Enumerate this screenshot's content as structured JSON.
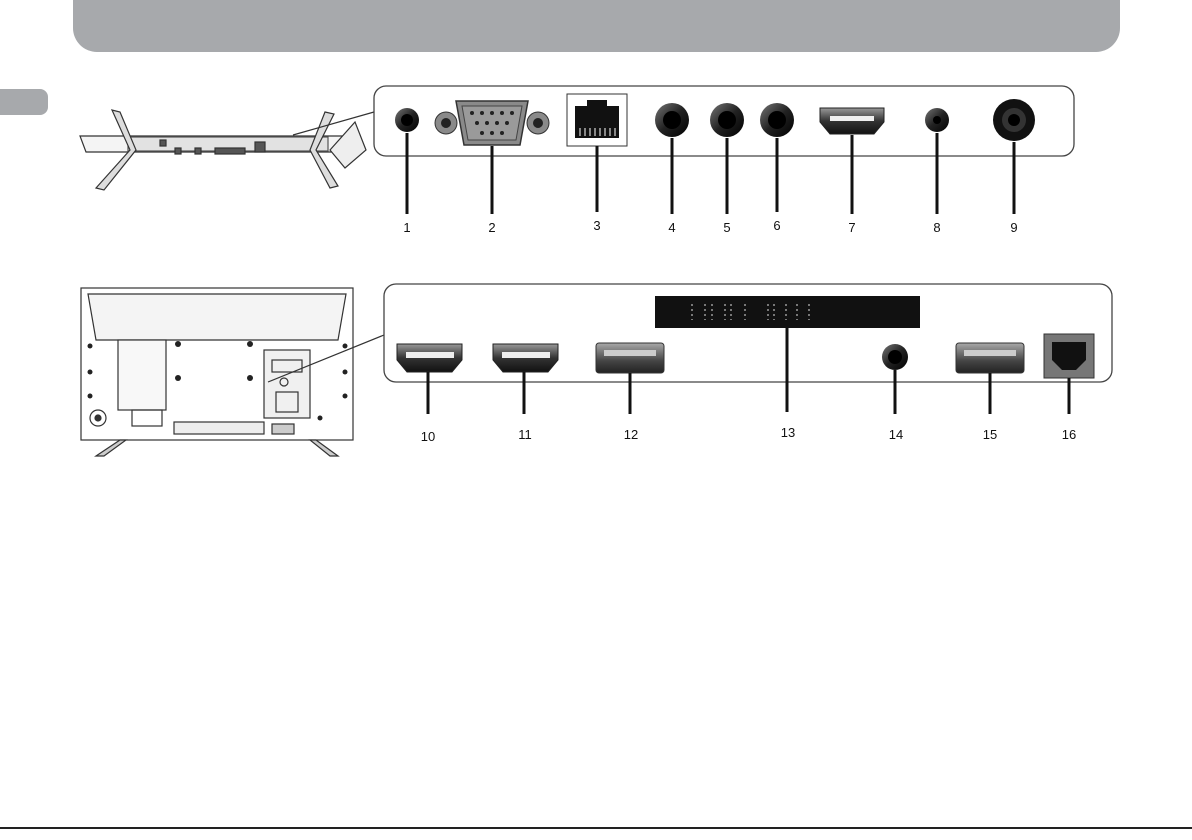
{
  "colors": {
    "header": "#a7a9ac",
    "panel_stroke": "#444444",
    "port_dark": "#1a1a1a",
    "port_grey": "#8a8a8a"
  },
  "top_panel": {
    "connectors": [
      {
        "number": "1",
        "icon": "headphone-jack-icon"
      },
      {
        "number": "2",
        "icon": "vga-port-icon"
      },
      {
        "number": "3",
        "icon": "ethernet-port-icon"
      },
      {
        "number": "4",
        "icon": "rca-jack-icon"
      },
      {
        "number": "5",
        "icon": "rca-jack-icon"
      },
      {
        "number": "6",
        "icon": "rca-jack-icon"
      },
      {
        "number": "7",
        "icon": "hdmi-port-icon"
      },
      {
        "number": "8",
        "icon": "mini-jack-icon"
      },
      {
        "number": "9",
        "icon": "antenna-port-icon"
      }
    ]
  },
  "bottom_panel": {
    "connectors": [
      {
        "number": "10",
        "icon": "hdmi-port-icon"
      },
      {
        "number": "11",
        "icon": "hdmi-port-icon"
      },
      {
        "number": "12",
        "icon": "usb-port-icon"
      },
      {
        "number": "13",
        "icon": "ci-card-slot-icon"
      },
      {
        "number": "14",
        "icon": "mini-jack-icon"
      },
      {
        "number": "15",
        "icon": "usb-port-icon"
      },
      {
        "number": "16",
        "icon": "optical-port-icon"
      }
    ]
  }
}
